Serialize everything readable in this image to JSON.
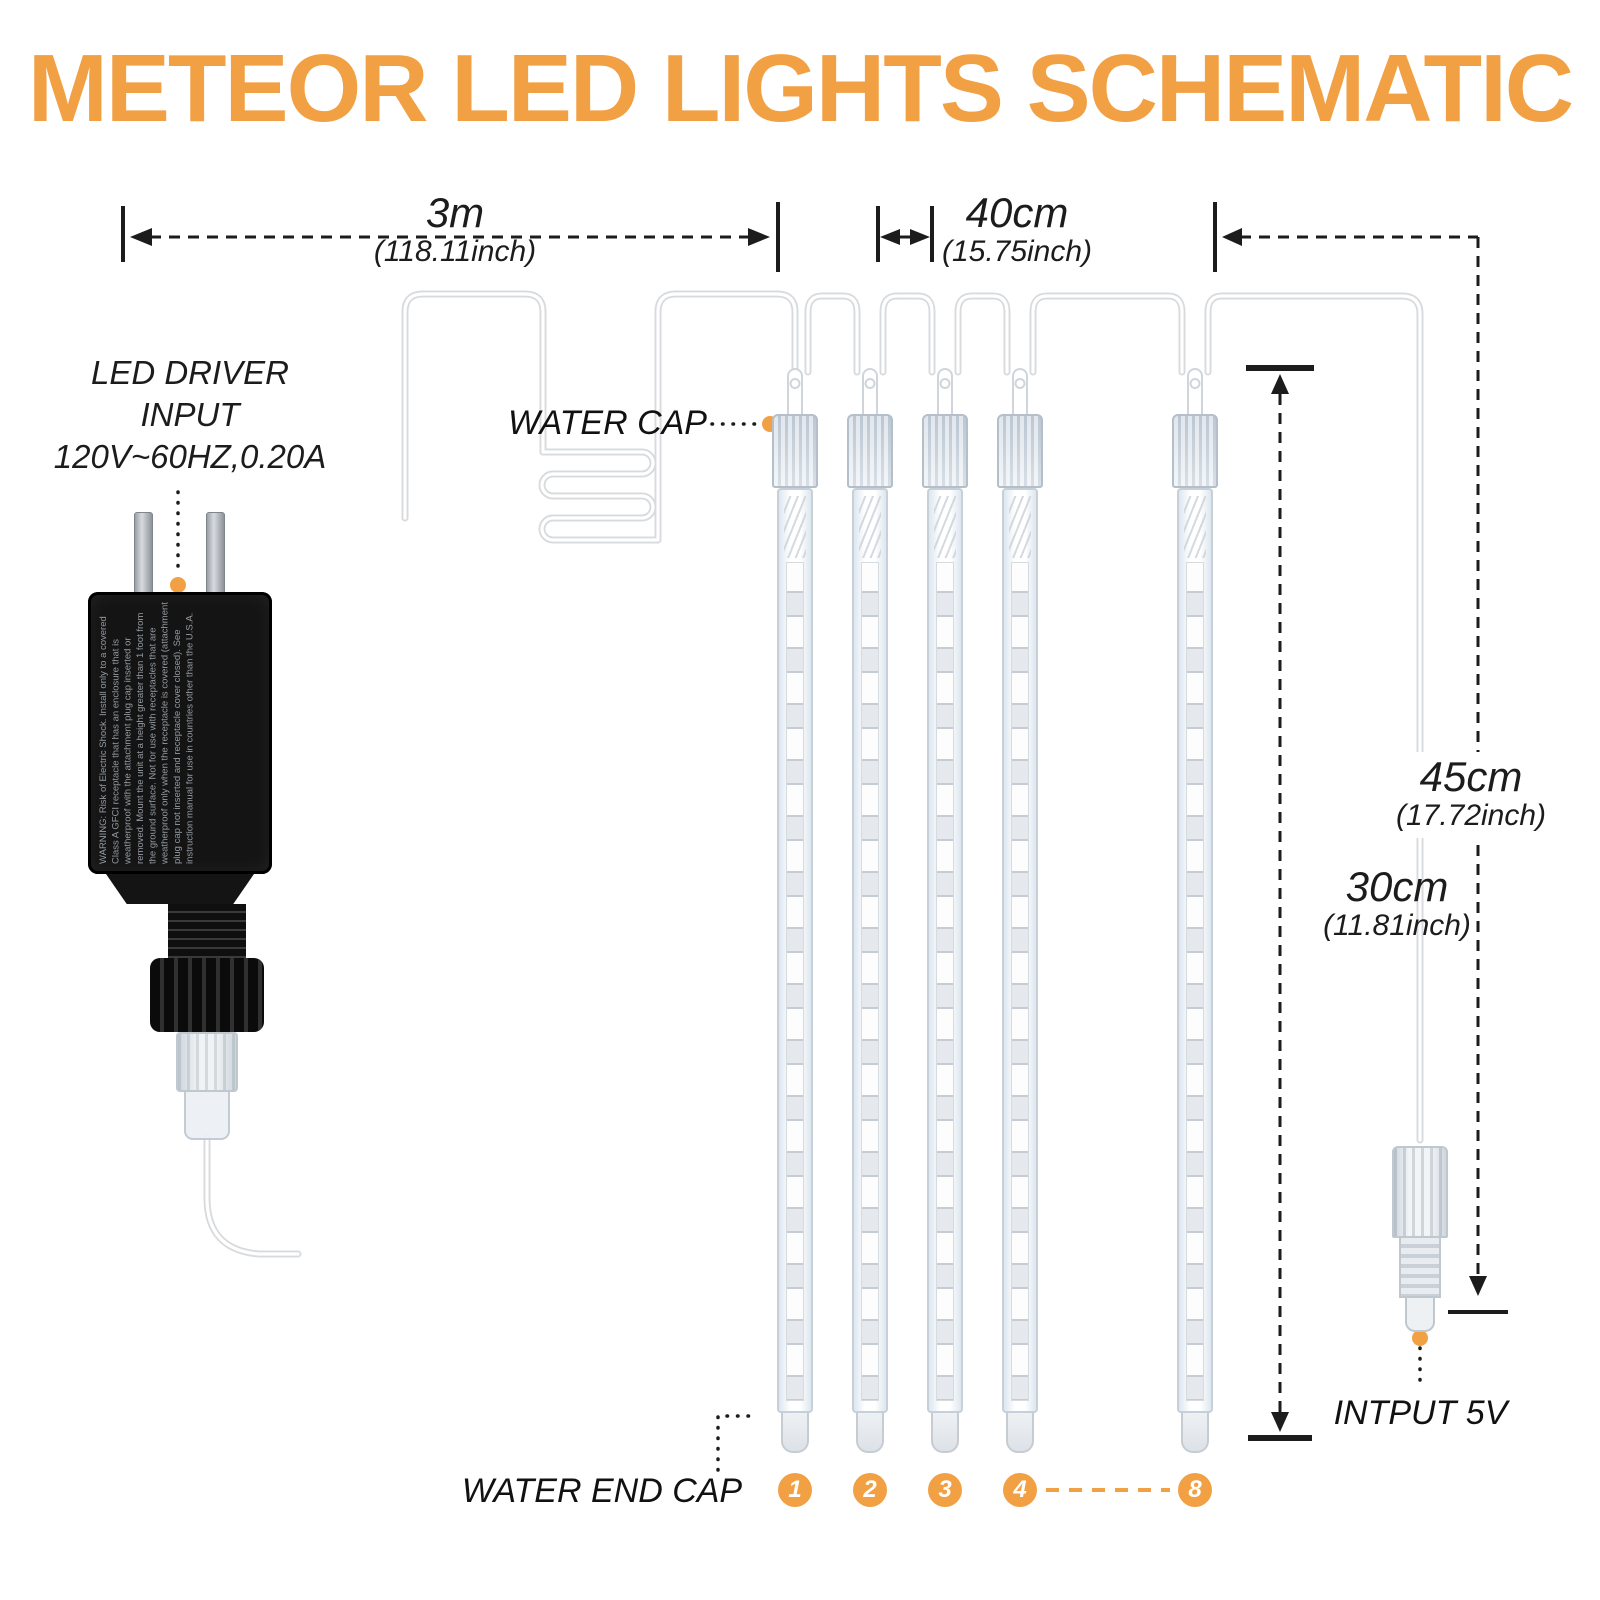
{
  "title": "METEOR LED LIGHTS SCHEMATIC",
  "colors": {
    "accent": "#F2A044",
    "wire": "#D8DBDE",
    "ink": "#1C1C1C"
  },
  "dims": {
    "d3m": {
      "value": "3m",
      "inches": "(118.11inch)"
    },
    "d40": {
      "value": "40cm",
      "inches": "(15.75inch)"
    },
    "d45": {
      "value": "45cm",
      "inches": "(17.72inch)"
    },
    "d30": {
      "value": "30cm",
      "inches": "(11.81inch)"
    }
  },
  "driver": {
    "line1": "LED DRIVER",
    "line2": "INPUT",
    "line3": "120V~60HZ,0.20A"
  },
  "callouts": {
    "water_cap": "WATER CAP",
    "water_end_cap": "WATER END CAP",
    "input_5v": "INTPUT 5V"
  },
  "adapter": {
    "warning": "WARNING: Risk of Electric Shock. Install only to a covered Class A GFCI receptacle that has an enclosure that is weatherproof with the attachment plug cap inserted or removed. Mount the unit at a height greater than 1 foot from the ground surface. Not for use with receptacles that are weatherproof only when the receptacle is covered (attachment plug cap not inserted and receptacle cover closed). See instruction manual for use in countries other than the U.S.A."
  },
  "tubes": {
    "numbers": [
      "1",
      "2",
      "3",
      "4",
      "8"
    ]
  }
}
